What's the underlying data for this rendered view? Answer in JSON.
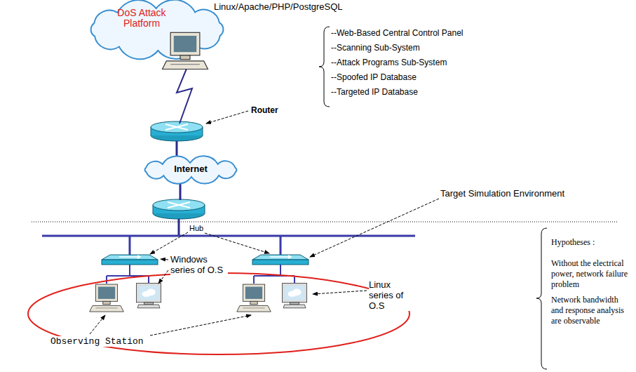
{
  "diagram": {
    "nodes": [
      {
        "text": [
          "DoS Attack Platform"
        ]
      },
      {
        "text": [
          "Internet"
        ]
      }
    ],
    "labels": [
      "Linux/Apache/PHP/PostgreSQL",
      "--Web-Based Central Control Panel",
      "--Scanning Sub-System",
      "--Attack Programs Sub-System",
      "--Spoofed IP Database",
      "--Targeted IP Database",
      "Router",
      "Target Simulation Environment",
      "Hub",
      "Windows series of O.S",
      "Linux series of O.S",
      "Observing Station",
      "Hypotheses :",
      "Without the electrical power, network failure problem",
      "Network bandwidth and response analysis are observable"
    ]
  }
}
